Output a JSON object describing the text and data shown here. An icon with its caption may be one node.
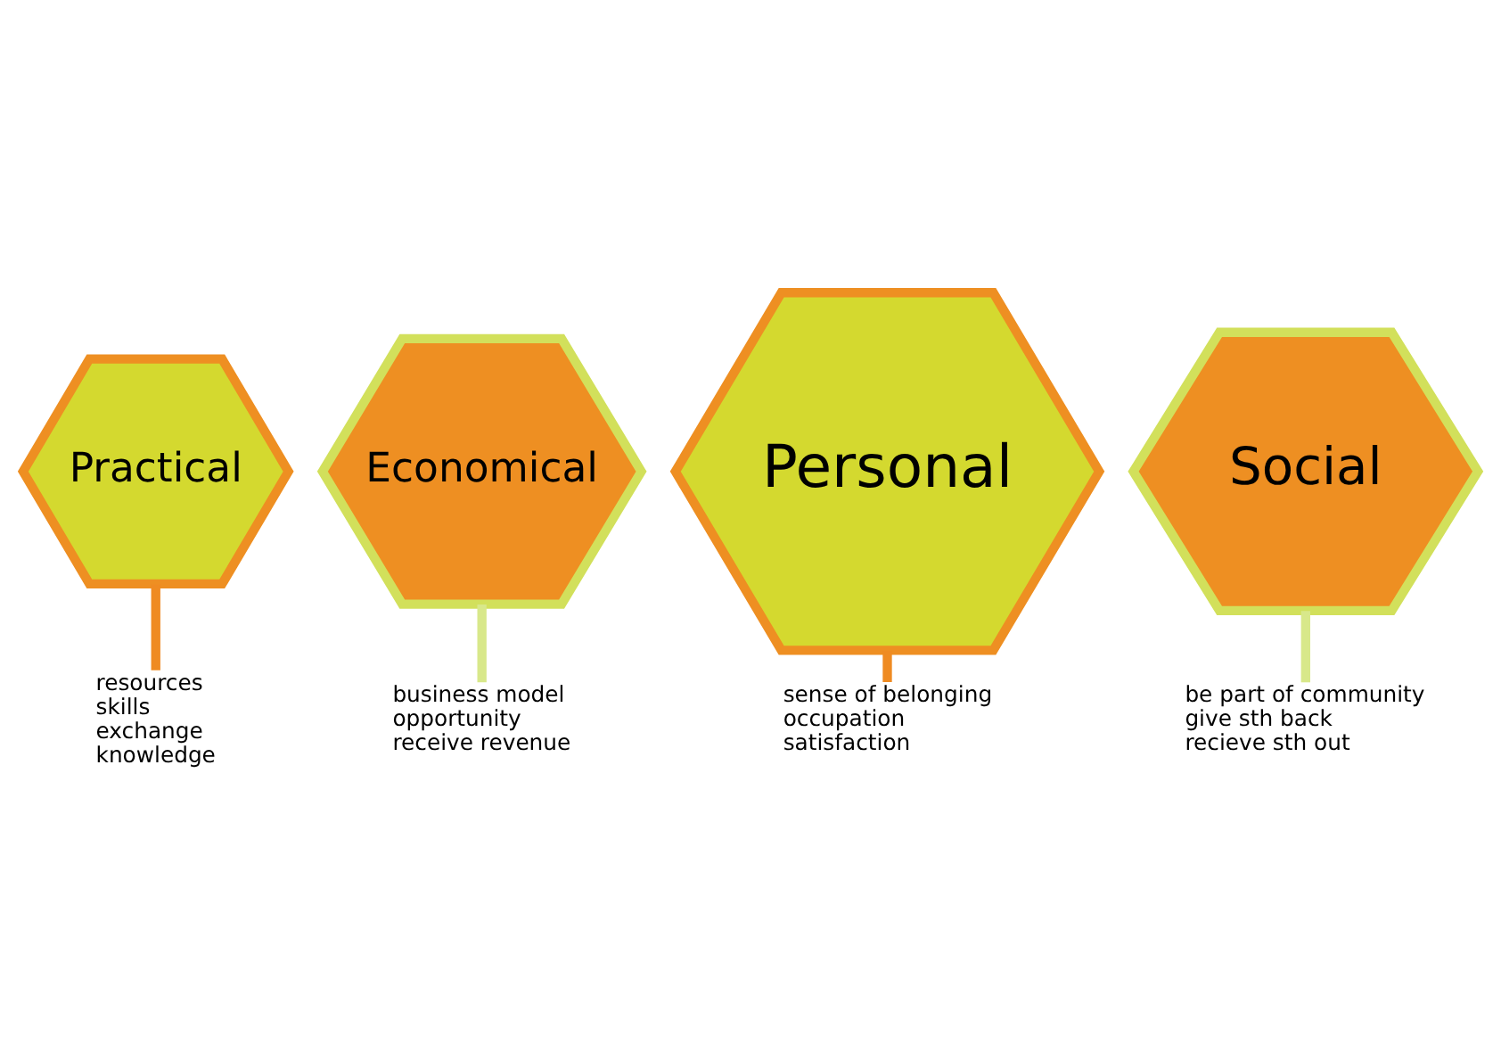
{
  "diagram": {
    "nodes": [
      {
        "text": [
          "Practical"
        ]
      },
      {
        "text": [
          "Economical"
        ]
      },
      {
        "text": [
          "Personal"
        ]
      },
      {
        "text": [
          "Social"
        ]
      },
      {
        "text": [
          "resources",
          "skills",
          "exchange",
          "knowledge"
        ]
      },
      {
        "text": [
          "business model",
          "opportunity",
          "receive revenue"
        ]
      },
      {
        "text": [
          "sense of belonging",
          "occupation",
          "satisfaction"
        ]
      },
      {
        "text": [
          "be part of community",
          "give sth back",
          "recieve sth out"
        ]
      }
    ],
    "edges": [
      {
        "from": 0,
        "to": 4,
        "arrow": "none",
        "color": "#ef8b22"
      },
      {
        "from": 1,
        "to": 5,
        "arrow": "none",
        "color": "#d8e88a"
      },
      {
        "from": 2,
        "to": 6,
        "arrow": "none",
        "color": "#ef8b22"
      },
      {
        "from": 3,
        "to": 7,
        "arrow": "none",
        "color": "#d8e88a"
      }
    ]
  }
}
